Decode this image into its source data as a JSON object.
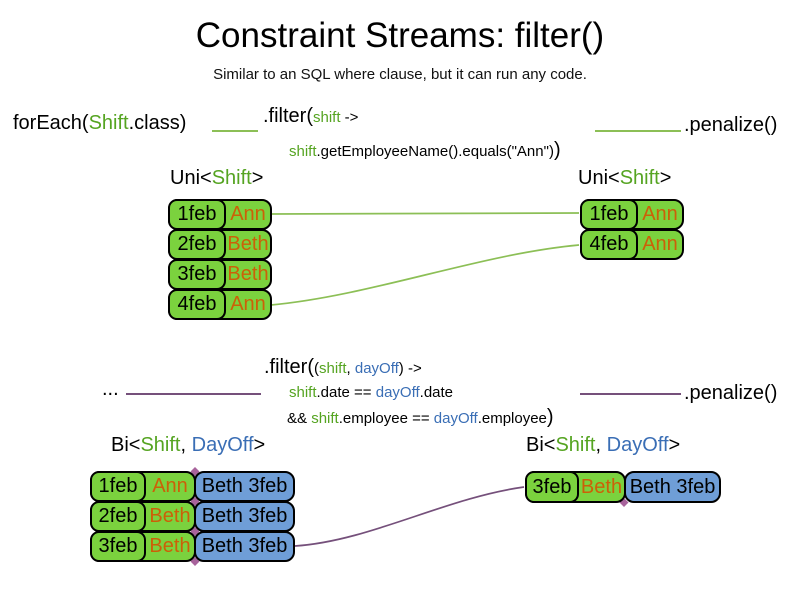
{
  "title": "Constraint Streams: filter()",
  "subtitle": "Similar to an SQL where clause, but it can run any code.",
  "colors": {
    "green_text": "#55a421",
    "blue_text": "#3a6eb5",
    "orange_text": "#cc6008",
    "green_box": "#7bd23e",
    "blue_box": "#6f9ed7",
    "green_line": "#8cbf56",
    "purple_line": "#75507b",
    "diamond": "#a8639c"
  },
  "top": {
    "foreach_pre": "forEach(",
    "foreach_type": "Shift",
    "foreach_post": ".class)",
    "filter_name": ".filter(",
    "filter_param": "shift",
    "filter_arrow": " ->",
    "filter_body_obj": "shift",
    "filter_body": ".getEmployeeName().equals(\"Ann\")",
    "filter_close": ")",
    "penalize": ".penalize()",
    "uni_label_pre": "Uni<",
    "uni_label_type": "Shift",
    "uni_label_post": ">",
    "left_rows": [
      {
        "date": "1feb",
        "name": "Ann"
      },
      {
        "date": "2feb",
        "name": "Beth"
      },
      {
        "date": "3feb",
        "name": "Beth"
      },
      {
        "date": "4feb",
        "name": "Ann"
      }
    ],
    "right_rows": [
      {
        "date": "1feb",
        "name": "Ann"
      },
      {
        "date": "4feb",
        "name": "Ann"
      }
    ]
  },
  "bottom": {
    "ellipsis": "...",
    "filter_name": ".filter(",
    "filter_open": "(",
    "param1": "shift",
    "param_sep": ", ",
    "param2": "dayOff",
    "filter_close_arrow": ") ->",
    "cond1_obj1": "shift",
    "cond1_mid": ".date == ",
    "cond1_obj2": "dayOff",
    "cond1_end": ".date",
    "cond2_pre": "&& ",
    "cond2_obj1": "shift",
    "cond2_mid": ".employee == ",
    "cond2_obj2": "dayOff",
    "cond2_end": ".employee",
    "close_paren": ")",
    "penalize": ".penalize()",
    "bi_label_pre": "Bi<",
    "bi_label_type1": "Shift",
    "bi_label_sep": ", ",
    "bi_label_type2": "DayOff",
    "bi_label_post": ">",
    "left_rows": [
      {
        "date": "1feb",
        "name": "Ann",
        "pair": "Beth 3feb"
      },
      {
        "date": "2feb",
        "name": "Beth",
        "pair": "Beth 3feb"
      },
      {
        "date": "3feb",
        "name": "Beth",
        "pair": "Beth 3feb"
      }
    ],
    "right_rows": [
      {
        "date": "3feb",
        "name": "Beth",
        "pair": "Beth 3feb"
      }
    ]
  }
}
